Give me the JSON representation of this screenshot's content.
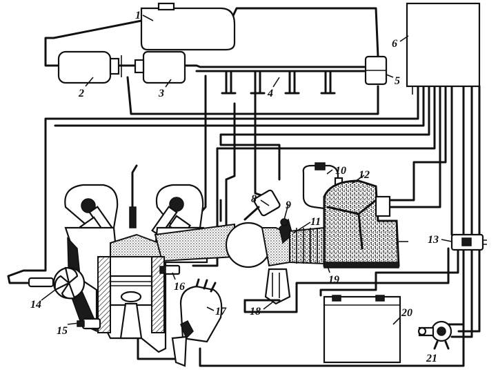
{
  "labels": {
    "c1": "1",
    "c2": "2",
    "c3": "3",
    "c4": "4",
    "c5": "5",
    "c6": "6",
    "c8": "8",
    "c9": "9",
    "c10": "10",
    "c11": "11",
    "c12": "12",
    "c13": "13",
    "c14": "14",
    "c15": "15",
    "c16": "16",
    "c17": "17",
    "c18": "18",
    "c19": "19",
    "c20": "20",
    "c21": "21"
  }
}
